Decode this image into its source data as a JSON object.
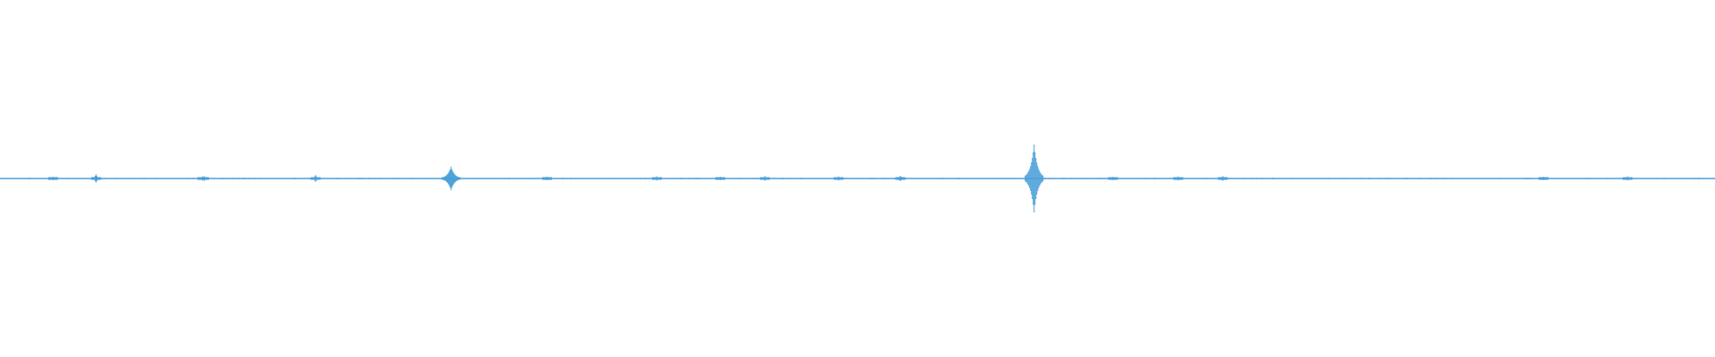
{
  "waveform": {
    "color": "#4a9fd8",
    "baseline_amplitude": 0.02,
    "peak_amplitudes": [
      0.05,
      0.12,
      0.06,
      0.07,
      0.1,
      0.35,
      0.05,
      0.06,
      0.05,
      0.07,
      0.06,
      0.08,
      1.0,
      0.05,
      0.06,
      0.07,
      0.05,
      0.06
    ],
    "peak_positions": [
      0.031,
      0.056,
      0.118,
      0.119,
      0.184,
      0.263,
      0.319,
      0.383,
      0.42,
      0.446,
      0.489,
      0.525,
      0.603,
      0.649,
      0.687,
      0.713,
      0.9,
      0.949
    ]
  }
}
